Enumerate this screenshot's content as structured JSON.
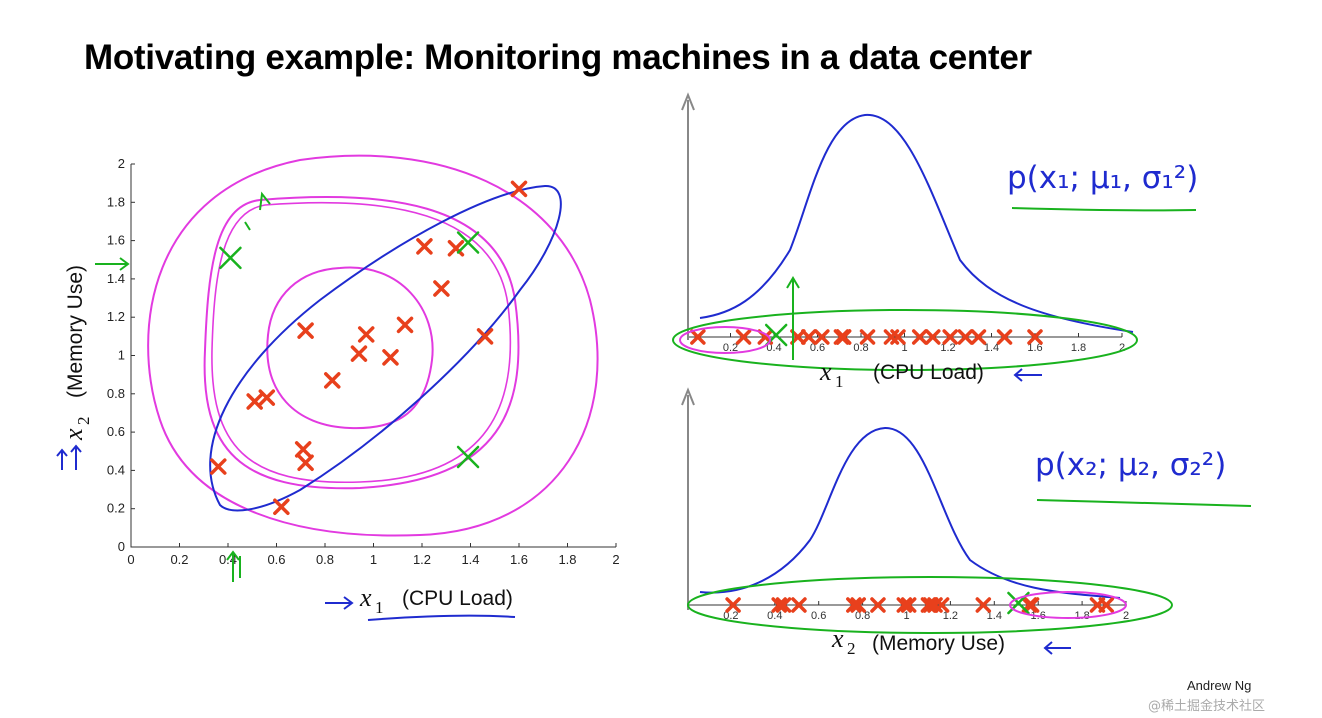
{
  "slide": {
    "title": "Motivating example: Monitoring machines in a data center",
    "author": "Andrew Ng",
    "watermark": "@稀土掘金技术社区"
  },
  "colors": {
    "anomaly_mark": "#e8401c",
    "gaussian_curve": "#1f2bcf",
    "contours": "#e23ae0",
    "annotation_green": "#19b21e",
    "annotation_blue": "#1f2bcf"
  },
  "chart_data": [
    {
      "type": "scatter",
      "xlabel_var": "x",
      "xlabel_sub": "1",
      "xlabel_text": "(CPU Load)",
      "ylabel_var": "x",
      "ylabel_sub": "2",
      "ylabel_text": "(Memory Use)",
      "xlim": [
        0,
        2
      ],
      "ylim": [
        0,
        2
      ],
      "xticks": [
        "0",
        "0.2",
        "0.4",
        "0.6",
        "0.8",
        "1",
        "1.2",
        "1.4",
        "1.6",
        "1.8",
        "2"
      ],
      "yticks": [
        "0",
        "0.2",
        "0.4",
        "0.6",
        "0.8",
        "1",
        "1.2",
        "1.4",
        "1.6",
        "1.8",
        "2"
      ],
      "points": [
        {
          "x": 0.36,
          "y": 0.42
        },
        {
          "x": 0.51,
          "y": 0.76
        },
        {
          "x": 0.56,
          "y": 0.78
        },
        {
          "x": 0.62,
          "y": 0.21
        },
        {
          "x": 0.71,
          "y": 0.51
        },
        {
          "x": 0.72,
          "y": 0.44
        },
        {
          "x": 0.72,
          "y": 1.13
        },
        {
          "x": 0.83,
          "y": 0.87
        },
        {
          "x": 0.94,
          "y": 1.01
        },
        {
          "x": 0.97,
          "y": 1.11
        },
        {
          "x": 1.07,
          "y": 0.99
        },
        {
          "x": 1.13,
          "y": 1.16
        },
        {
          "x": 1.21,
          "y": 1.57
        },
        {
          "x": 1.28,
          "y": 1.35
        },
        {
          "x": 1.34,
          "y": 1.56
        },
        {
          "x": 1.46,
          "y": 1.1
        },
        {
          "x": 1.6,
          "y": 1.87
        }
      ],
      "annotated_points": [
        {
          "x": 0.41,
          "y": 1.51
        },
        {
          "x": 1.39,
          "y": 1.59
        },
        {
          "x": 1.39,
          "y": 0.47
        }
      ]
    },
    {
      "type": "line",
      "series_label": "p(x₁; μ₁, σ₁²)",
      "xlabel_var": "x",
      "xlabel_sub": "1",
      "xlabel_text": "(CPU Load)",
      "xlim": [
        0,
        2
      ],
      "xticks": [
        "0.2",
        "0.4",
        "0.6",
        "0.8",
        "1",
        "1.2",
        "1.4",
        "1.6",
        "1.8",
        "2"
      ],
      "points_x": [
        0.36,
        0.51,
        0.56,
        0.62,
        0.71,
        0.72,
        0.72,
        0.83,
        0.94,
        0.97,
        1.07,
        1.13,
        1.21,
        1.28,
        1.34,
        1.46,
        1.6,
        0.05,
        0.26
      ],
      "annotated_point_x": 0.41
    },
    {
      "type": "line",
      "series_label": "p(x₂; μ₂, σ₂²)",
      "xlabel_var": "x",
      "xlabel_sub": "2",
      "xlabel_text": "(Memory Use)",
      "xlim": [
        0,
        2
      ],
      "xticks": [
        "0.2",
        "0.4",
        "0.6",
        "0.8",
        "1",
        "1.2",
        "1.4",
        "1.6",
        "1.8",
        "2"
      ],
      "points_x": [
        0.21,
        0.42,
        0.44,
        0.51,
        0.76,
        0.78,
        0.87,
        0.99,
        1.01,
        1.1,
        1.11,
        1.13,
        1.16,
        1.35,
        1.56,
        1.57,
        1.87,
        1.91
      ],
      "annotated_point_x": 1.51
    }
  ]
}
